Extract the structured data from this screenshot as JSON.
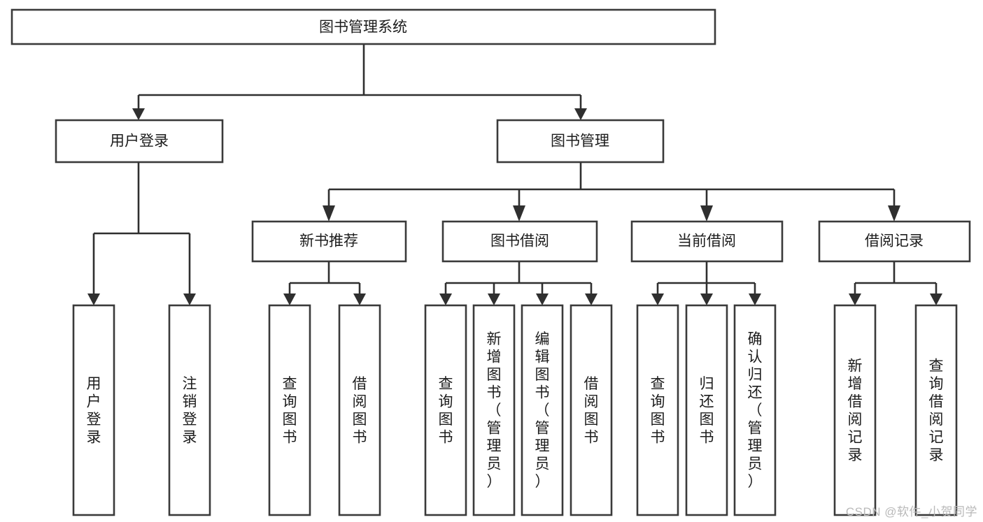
{
  "diagram": {
    "title": "图书管理系统",
    "type": "tree",
    "orientation": "top-down",
    "watermark": "CSDN @软件_小贺同学",
    "colors": {
      "background": "#ffffff",
      "box_fill": "#ffffff",
      "box_stroke": "#3a3a3a",
      "link_stroke": "#2f2f2f",
      "text": "#1c1c1c",
      "watermark": "#b9b9b9"
    },
    "nodes": {
      "root": {
        "label": "图书管理系统",
        "level": 1,
        "orientation": "horizontal"
      },
      "l2": [
        {
          "id": "user-login",
          "label": "用户登录",
          "level": 2,
          "orientation": "horizontal"
        },
        {
          "id": "book-manage",
          "label": "图书管理",
          "level": 2,
          "orientation": "horizontal"
        }
      ],
      "l3": [
        {
          "id": "new-book-recommend",
          "label": "新书推荐",
          "level": 3,
          "orientation": "horizontal",
          "parent": "book-manage"
        },
        {
          "id": "book-borrow",
          "label": "图书借阅",
          "level": 3,
          "orientation": "horizontal",
          "parent": "book-manage"
        },
        {
          "id": "current-borrow",
          "label": "当前借阅",
          "level": 3,
          "orientation": "horizontal",
          "parent": "book-manage"
        },
        {
          "id": "borrow-record",
          "label": "借阅记录",
          "level": 3,
          "orientation": "horizontal",
          "parent": "book-manage"
        }
      ],
      "leaves": [
        {
          "id": "leaf-user-login",
          "label": "用户登录",
          "orientation": "vertical",
          "parent": "user-login"
        },
        {
          "id": "leaf-logout-login",
          "label": "注销登录",
          "orientation": "vertical",
          "parent": "user-login"
        },
        {
          "id": "leaf-query-book-1",
          "label": "查询图书",
          "orientation": "vertical",
          "parent": "new-book-recommend"
        },
        {
          "id": "leaf-borrow-book-1",
          "label": "借阅图书",
          "orientation": "vertical",
          "parent": "new-book-recommend"
        },
        {
          "id": "leaf-query-book-2",
          "label": "查询图书",
          "orientation": "vertical",
          "parent": "book-borrow"
        },
        {
          "id": "leaf-add-book",
          "label": "新增图书（管理员）",
          "orientation": "vertical",
          "parent": "book-borrow"
        },
        {
          "id": "leaf-edit-book",
          "label": "编辑图书（管理员）",
          "orientation": "vertical",
          "parent": "book-borrow"
        },
        {
          "id": "leaf-borrow-book-2",
          "label": "借阅图书",
          "orientation": "vertical",
          "parent": "book-borrow"
        },
        {
          "id": "leaf-query-book-3",
          "label": "查询图书",
          "orientation": "vertical",
          "parent": "current-borrow"
        },
        {
          "id": "leaf-return-book",
          "label": "归还图书",
          "orientation": "vertical",
          "parent": "current-borrow"
        },
        {
          "id": "leaf-confirm-return",
          "label": "确认归还（管理员）",
          "orientation": "vertical",
          "parent": "current-borrow"
        },
        {
          "id": "leaf-add-record",
          "label": "新增借阅记录",
          "orientation": "vertical",
          "parent": "borrow-record"
        },
        {
          "id": "leaf-query-record",
          "label": "查询借阅记录",
          "orientation": "vertical",
          "parent": "borrow-record"
        }
      ]
    }
  }
}
